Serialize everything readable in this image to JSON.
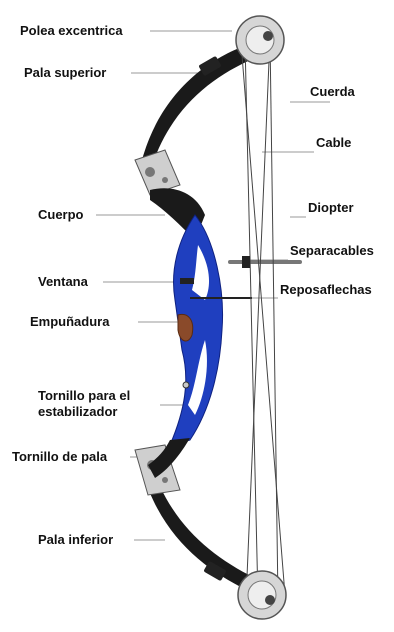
{
  "diagram": {
    "labels": {
      "polea_excentrica": "Polea excentrica",
      "pala_superior": "Pala superior",
      "cuerpo": "Cuerpo",
      "ventana": "Ventana",
      "empunadura": "Empuñadura",
      "tornillo_estabilizador": "Tornillo para el\nestabilizador",
      "tornillo_pala": "Tornillo de pala",
      "pala_inferior": "Pala inferior",
      "cuerda": "Cuerda",
      "cable": "Cable",
      "diopter": "Diopter",
      "separacables": "Separacables",
      "reposaflechas": "Reposaflechas"
    },
    "colors": {
      "riser_blue": "#1f3fbf",
      "limb_black": "#1a1a1a",
      "cam_silver": "#c9c9c9",
      "grip_brown": "#8a4a2a",
      "string": "#444444",
      "leader_line": "#9a9a9a"
    }
  }
}
